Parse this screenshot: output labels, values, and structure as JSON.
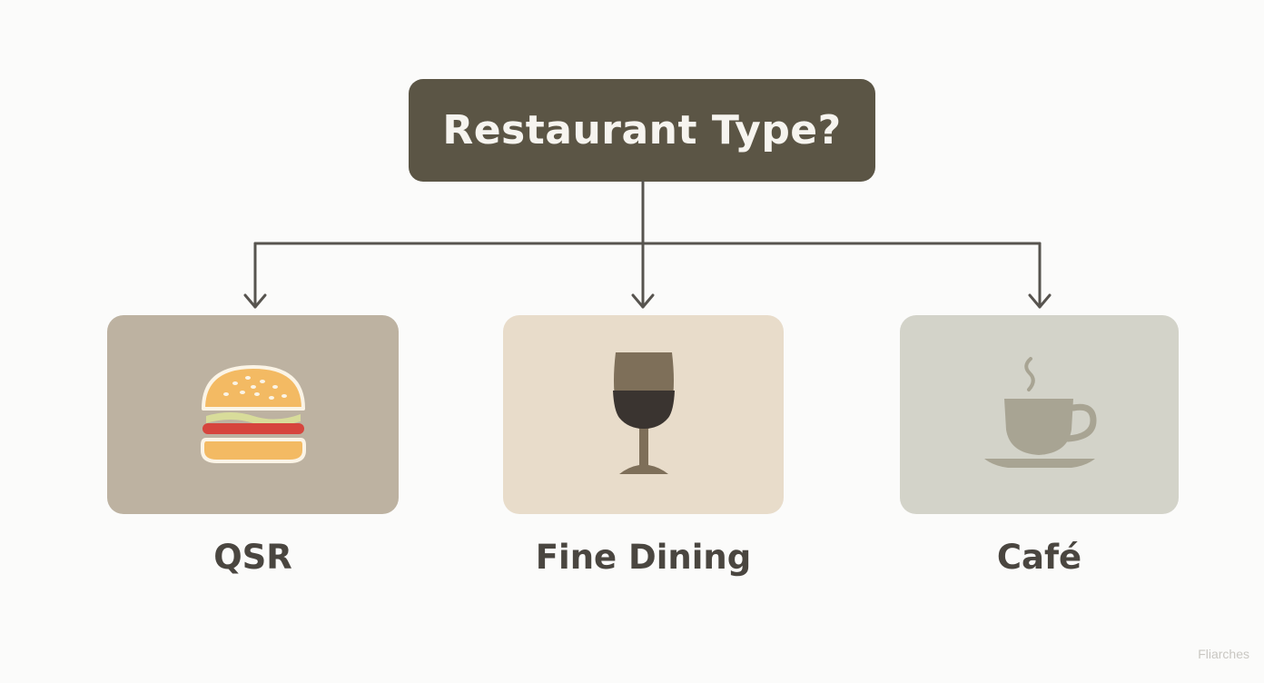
{
  "root": {
    "label": "Restaurant Type?"
  },
  "options": [
    {
      "label": "QSR",
      "icon": "burger-icon",
      "color": "#bdb2a1"
    },
    {
      "label": "Fine Dining",
      "icon": "wine-glass-icon",
      "color": "#e8dcca"
    },
    {
      "label": "Café",
      "icon": "coffee-cup-icon",
      "color": "#d3d3c9"
    }
  ],
  "watermark": "Fliarches",
  "colors": {
    "root_bg": "#5b5545",
    "root_text": "#f6f4ef",
    "connector": "#57544f",
    "label_text": "#4a4640"
  }
}
